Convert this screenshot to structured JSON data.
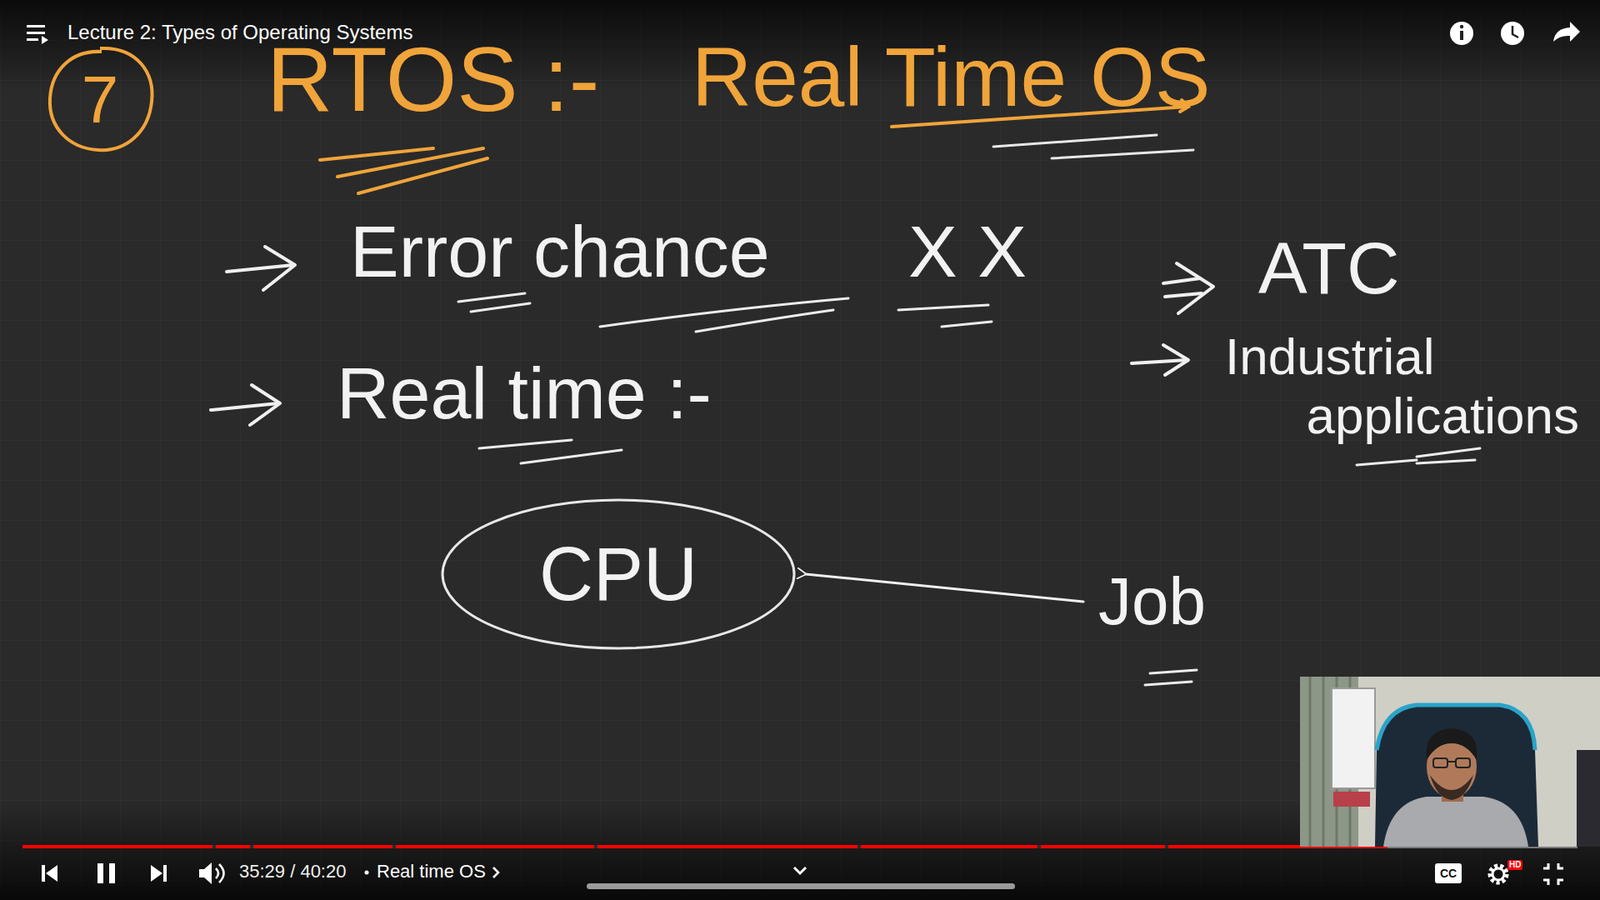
{
  "diagram": {
    "title": "Lecture 2: Types of Operating Systems",
    "nodes": [
      {
        "text": [
          "CPU"
        ]
      },
      {
        "text": [
          "Job"
        ]
      }
    ],
    "edges": [
      {
        "from": 1,
        "to": 0,
        "arrow": "to"
      }
    ],
    "labels": [
      "7",
      "RTOS :-",
      "Real Time OS",
      "Error chance",
      "X X",
      "Real time :-",
      "ATC",
      "Industrial applications",
      "35:29 / 40:20",
      "Real time OS",
      "CC",
      "HD"
    ]
  }
}
